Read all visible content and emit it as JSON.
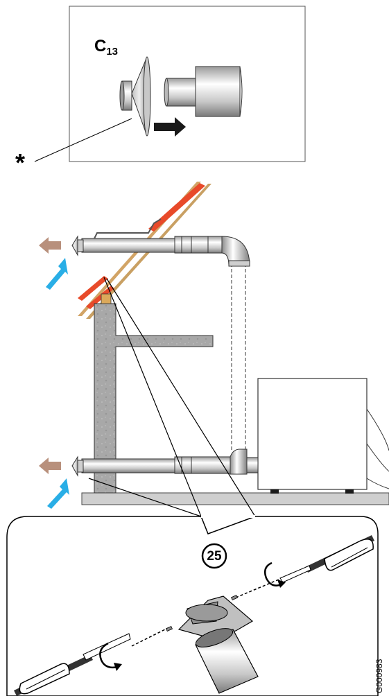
{
  "labels": {
    "connection_type": "C",
    "connection_type_subscript": "13",
    "asterisk": "*",
    "step_number": "25",
    "figure_code": "G000983"
  },
  "colors": {
    "outlet_arrow": "#b8907c",
    "inlet_arrow": "#29aee6",
    "roof_battens": "#c9a063",
    "roof_tiles": "#e84a2a",
    "wall": "#a9a9a9",
    "pipe": "#d0d0d0",
    "floor": "#cfcfcf",
    "outline": "#000000"
  },
  "icons": [
    "terminal-cap-icon",
    "pipe-icon",
    "arrow-right-icon",
    "screwdriver-icon",
    "rotate-arrow-icon",
    "screw-icon",
    "boiler-icon",
    "elbow-icon"
  ]
}
